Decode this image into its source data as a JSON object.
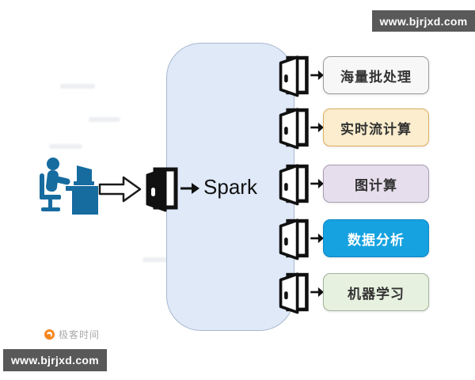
{
  "diagram": {
    "spark_label": "Spark",
    "capabilities": [
      {
        "label": "海量批处理",
        "bg": "#f7f7f7",
        "border": "#999999",
        "text": "#333333"
      },
      {
        "label": "实时流计算",
        "bg": "#fbedcd",
        "border": "#dfae62",
        "text": "#333333"
      },
      {
        "label": "图计算",
        "bg": "#e7deed",
        "border": "#a89cb2",
        "text": "#333333"
      },
      {
        "label": "数据分析",
        "bg": "#16a2e0",
        "border": "#0d85c4",
        "text": "#ffffff"
      },
      {
        "label": "机器学习",
        "bg": "#e7f1df",
        "border": "#a2b399",
        "text": "#333333"
      }
    ]
  },
  "watermark": {
    "url": "www.bjrjxd.com",
    "banner_bg": "#595959"
  },
  "brand": {
    "label": "极客时间",
    "icon_color": "#f6871f",
    "text_color": "#a8a8a8"
  },
  "colors": {
    "person_icon": "#166b9f",
    "spark_bg": "#dfe9f8",
    "spark_border": "#a9b7ce"
  }
}
